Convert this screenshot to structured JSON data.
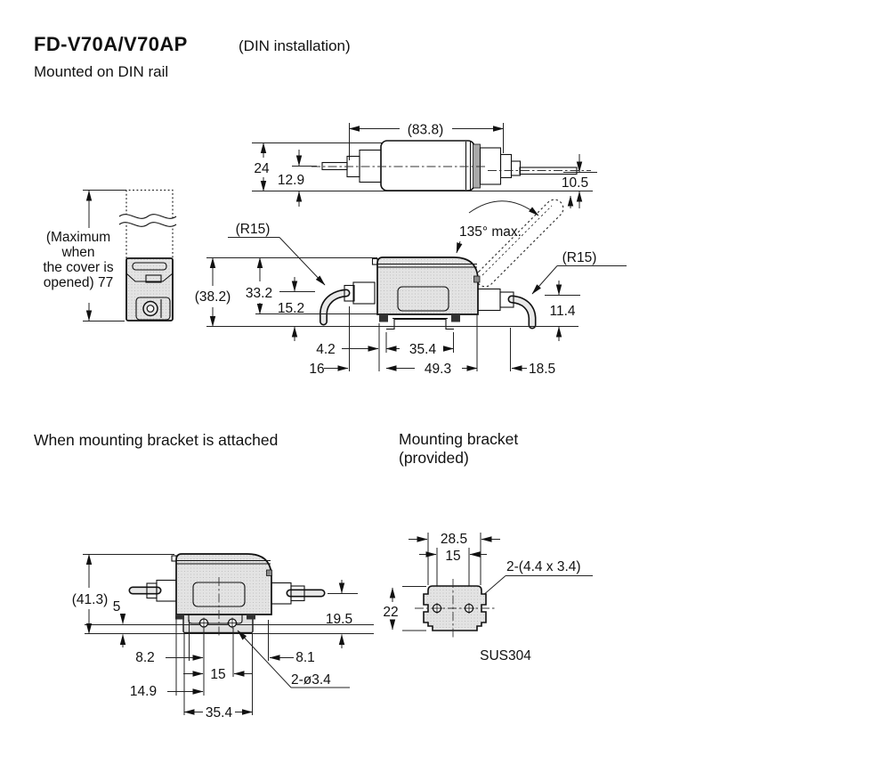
{
  "header": {
    "model": "FD-V70A/V70AP",
    "install_note": "(DIN installation)",
    "subtitle": "Mounted on DIN rail"
  },
  "top_view": {
    "overall_width": "(83.8)",
    "overall_height": "24",
    "cable_left_offset": "12.9",
    "cable_right_offset": "10.5"
  },
  "front_view": {
    "note_line1": "(Maximum",
    "note_line2": "when",
    "note_line3": "the cover is",
    "note_line4": "opened) 77"
  },
  "side_view": {
    "radius_left": "(R15)",
    "open_angle": "135° max.",
    "radius_right": "(R15)",
    "overall_height": "(38.2)",
    "body_height": "33.2",
    "cable_left_height": "15.2",
    "cable_right_height": "11.4",
    "clip_offset": "4.2",
    "rail_slot_width": "35.4",
    "left_offset": "16",
    "body_width": "49.3",
    "right_offset": "18.5"
  },
  "attached_view": {
    "caption": "When mounting bracket is attached",
    "overall_height": "(41.3)",
    "bracket_offset": "5",
    "cable_right_height": "19.5",
    "hole_offset_left": "8.2",
    "hole_pitch": "15",
    "hole_offset_right": "8.1",
    "edge_to_hole": "14.9",
    "hole_spec": "2-ø3.4",
    "bracket_width": "35.4"
  },
  "bracket_detail": {
    "caption_line1": "Mounting bracket",
    "caption_line2": "(provided)",
    "width": "28.5",
    "hole_pitch": "15",
    "slot_spec": "2-(4.4 x 3.4)",
    "height": "22",
    "material": "SUS304"
  },
  "colors": {
    "line": "#111111",
    "body_fill": "#e3e3e3",
    "background": "#ffffff"
  }
}
